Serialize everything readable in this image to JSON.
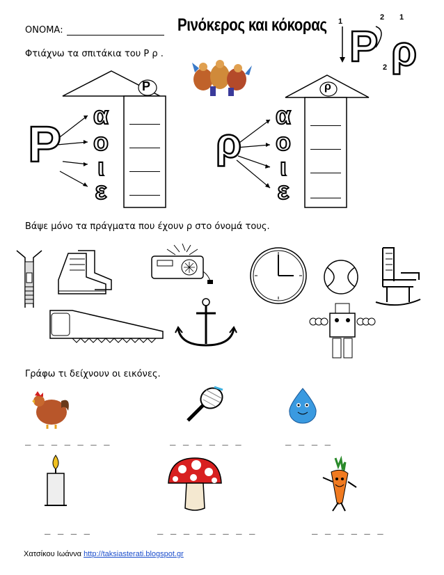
{
  "header": {
    "name_label": "ΟΝΟΜΑ:",
    "title": "Ρινόκερος και κόκορας"
  },
  "section1": {
    "instruction": "Φτιάχνω τα σπιτάκια του Ρ ρ .",
    "house1": {
      "roof_letter": "Ρ",
      "big_letter": "Ρ",
      "vowels": [
        "α",
        "ο",
        "ι",
        "ε"
      ]
    },
    "house2": {
      "roof_letter": "ρ",
      "big_letter": "ρ",
      "vowels": [
        "α",
        "ο",
        "ι",
        "ε"
      ]
    },
    "trace_numbers": [
      "1",
      "2",
      "1",
      "2"
    ]
  },
  "section2": {
    "instruction": "Βάψε μόνο τα πράγματα που έχουν ρ  στο όνομά τους."
  },
  "section3": {
    "instruction": "Γράφω τι δείχνουν οι εικόνες.",
    "row1_dashes": [
      "_ _ _ _ _ _ _",
      "_ _ _ _ _ _",
      "_ _ _ _"
    ],
    "row2_dashes": [
      "_ _ _ _",
      "_ _ _ _ _ _ _ _",
      "_ _ _ _ _ _"
    ]
  },
  "footer": {
    "author": "Χατσίκου Ιωάννα",
    "link": "http://taksiasterati.blogspot.gr"
  }
}
